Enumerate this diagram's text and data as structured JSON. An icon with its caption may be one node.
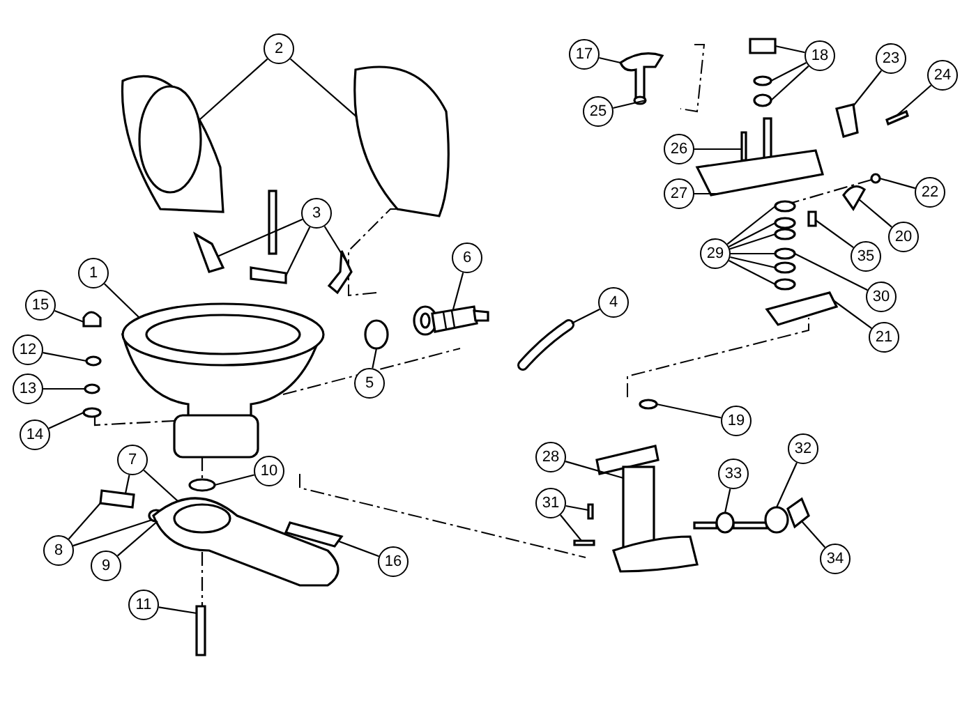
{
  "diagram": {
    "nodes": [
      {
        "text": [
          "1"
        ]
      },
      {
        "text": [
          "2"
        ]
      },
      {
        "text": [
          "3"
        ]
      },
      {
        "text": [
          "4"
        ]
      },
      {
        "text": [
          "5"
        ]
      },
      {
        "text": [
          "6"
        ]
      },
      {
        "text": [
          "7"
        ]
      },
      {
        "text": [
          "8"
        ]
      },
      {
        "text": [
          "9"
        ]
      },
      {
        "text": [
          "10"
        ]
      },
      {
        "text": [
          "11"
        ]
      },
      {
        "text": [
          "12"
        ]
      },
      {
        "text": [
          "13"
        ]
      },
      {
        "text": [
          "14"
        ]
      },
      {
        "text": [
          "15"
        ]
      },
      {
        "text": [
          "16"
        ]
      },
      {
        "text": [
          "17"
        ]
      },
      {
        "text": [
          "18"
        ]
      },
      {
        "text": [
          "19"
        ]
      },
      {
        "text": [
          "20"
        ]
      },
      {
        "text": [
          "21"
        ]
      },
      {
        "text": [
          "22"
        ]
      },
      {
        "text": [
          "23"
        ]
      },
      {
        "text": [
          "24"
        ]
      },
      {
        "text": [
          "25"
        ]
      },
      {
        "text": [
          "26"
        ]
      },
      {
        "text": [
          "27"
        ]
      },
      {
        "text": [
          "28"
        ]
      },
      {
        "text": [
          "29"
        ]
      },
      {
        "text": [
          "30"
        ]
      },
      {
        "text": [
          "31"
        ]
      },
      {
        "text": [
          "32"
        ]
      },
      {
        "text": [
          "33"
        ]
      },
      {
        "text": [
          "34"
        ]
      },
      {
        "text": [
          "35"
        ]
      },
      {
        "text": [],
        "shape": "picture"
      },
      {
        "text": [],
        "shape": "picture"
      },
      {
        "text": [],
        "shape": "box"
      },
      {
        "text": [],
        "shape": "box"
      },
      {
        "text": [],
        "shape": "picture"
      },
      {
        "text": [],
        "shape": "box"
      },
      {
        "text": [],
        "shape": "picture"
      },
      {
        "text": [],
        "shape": "circle"
      },
      {
        "text": [],
        "shape": "picture"
      },
      {
        "text": [],
        "shape": "box"
      },
      {
        "text": [],
        "shape": "circle"
      },
      {
        "text": [],
        "shape": "picture"
      },
      {
        "text": [],
        "shape": "circle"
      },
      {
        "text": [],
        "shape": "box"
      },
      {
        "text": [],
        "shape": "circle"
      },
      {
        "text": [],
        "shape": "circle"
      },
      {
        "text": [],
        "shape": "circle"
      },
      {
        "text": [],
        "shape": "box"
      },
      {
        "text": [],
        "shape": "box"
      },
      {
        "text": [],
        "shape": "box"
      },
      {
        "text": [],
        "shape": "box"
      },
      {
        "text": [],
        "shape": "circle"
      },
      {
        "text": [],
        "shape": "circle"
      },
      {
        "text": [],
        "shape": "circle"
      },
      {
        "text": [],
        "shape": "box"
      },
      {
        "text": [],
        "shape": "box"
      },
      {
        "text": [],
        "shape": "circle"
      },
      {
        "text": [],
        "shape": "box"
      },
      {
        "text": [],
        "shape": "box"
      },
      {
        "text": [],
        "shape": "circle"
      },
      {
        "text": [],
        "shape": "box"
      },
      {
        "text": [],
        "shape": "picture"
      },
      {
        "text": [],
        "shape": "picture"
      },
      {
        "text": [],
        "shape": "circle"
      },
      {
        "text": [],
        "shape": "circle"
      },
      {
        "text": [],
        "shape": "circle"
      },
      {
        "text": [],
        "shape": "circle"
      },
      {
        "text": [],
        "shape": "circle"
      },
      {
        "text": [],
        "shape": "circle"
      },
      {
        "text": [],
        "shape": "box"
      },
      {
        "text": [],
        "shape": "box"
      },
      {
        "text": [],
        "shape": "box"
      },
      {
        "text": [],
        "shape": "picture"
      },
      {
        "text": [],
        "shape": "circle"
      },
      {
        "text": [],
        "shape": "box"
      }
    ],
    "edges": [
      {
        "from": 0,
        "to": 35,
        "arrow": "none"
      },
      {
        "from": 1,
        "to": 36,
        "arrow": "none"
      },
      {
        "from": 1,
        "to": 37,
        "arrow": "none"
      },
      {
        "from": 2,
        "to": 38,
        "arrow": "none"
      },
      {
        "from": 2,
        "to": 39,
        "arrow": "none"
      },
      {
        "from": 2,
        "to": 40,
        "arrow": "none"
      },
      {
        "from": 3,
        "to": 41,
        "arrow": "none"
      },
      {
        "from": 4,
        "to": 42,
        "arrow": "none"
      },
      {
        "from": 5,
        "to": 43,
        "arrow": "none"
      },
      {
        "from": 6,
        "to": 44,
        "arrow": "none"
      },
      {
        "from": 6,
        "to": 46,
        "arrow": "none"
      },
      {
        "from": 7,
        "to": 44,
        "arrow": "none"
      },
      {
        "from": 7,
        "to": 45,
        "arrow": "none"
      },
      {
        "from": 8,
        "to": 45,
        "arrow": "none"
      },
      {
        "from": 9,
        "to": 47,
        "arrow": "none"
      },
      {
        "from": 10,
        "to": 48,
        "arrow": "none"
      },
      {
        "from": 11,
        "to": 49,
        "arrow": "none"
      },
      {
        "from": 12,
        "to": 50,
        "arrow": "none"
      },
      {
        "from": 13,
        "to": 51,
        "arrow": "none"
      },
      {
        "from": 14,
        "to": 52,
        "arrow": "none"
      },
      {
        "from": 15,
        "to": 53,
        "arrow": "none"
      },
      {
        "from": 16,
        "to": 54,
        "arrow": "none"
      },
      {
        "from": 17,
        "to": 55,
        "arrow": "none"
      },
      {
        "from": 17,
        "to": 56,
        "arrow": "none"
      },
      {
        "from": 17,
        "to": 57,
        "arrow": "none"
      },
      {
        "from": 18,
        "to": 58,
        "arrow": "none"
      },
      {
        "from": 19,
        "to": 59,
        "arrow": "none"
      },
      {
        "from": 20,
        "to": 60,
        "arrow": "none"
      },
      {
        "from": 21,
        "to": 61,
        "arrow": "none"
      },
      {
        "from": 22,
        "to": 62,
        "arrow": "none"
      },
      {
        "from": 23,
        "to": 63,
        "arrow": "none"
      },
      {
        "from": 24,
        "to": 64,
        "arrow": "none"
      },
      {
        "from": 25,
        "to": 65,
        "arrow": "none"
      },
      {
        "from": 26,
        "to": 66,
        "arrow": "none"
      },
      {
        "from": 27,
        "to": 67,
        "arrow": "none"
      },
      {
        "from": 28,
        "to": 68,
        "arrow": "none"
      },
      {
        "from": 28,
        "to": 69,
        "arrow": "none"
      },
      {
        "from": 28,
        "to": 70,
        "arrow": "none"
      },
      {
        "from": 28,
        "to": 71,
        "arrow": "none"
      },
      {
        "from": 28,
        "to": 72,
        "arrow": "none"
      },
      {
        "from": 28,
        "to": 73,
        "arrow": "none"
      },
      {
        "from": 29,
        "to": 71,
        "arrow": "none"
      },
      {
        "from": 30,
        "to": 75,
        "arrow": "none"
      },
      {
        "from": 30,
        "to": 76,
        "arrow": "none"
      },
      {
        "from": 31,
        "to": 77,
        "arrow": "none"
      },
      {
        "from": 32,
        "to": 78,
        "arrow": "none"
      },
      {
        "from": 33,
        "to": 79,
        "arrow": "none"
      },
      {
        "from": 34,
        "to": 74,
        "arrow": "none"
      },
      {
        "from": 51,
        "to": 35,
        "arrow": "none",
        "style": "dashed"
      },
      {
        "from": 61,
        "to": 68,
        "arrow": "none",
        "style": "dashed"
      },
      {
        "from": 35,
        "to": 47,
        "arrow": "none",
        "style": "dashed"
      },
      {
        "from": 46,
        "to": 48,
        "arrow": "none",
        "style": "dashed"
      }
    ]
  }
}
